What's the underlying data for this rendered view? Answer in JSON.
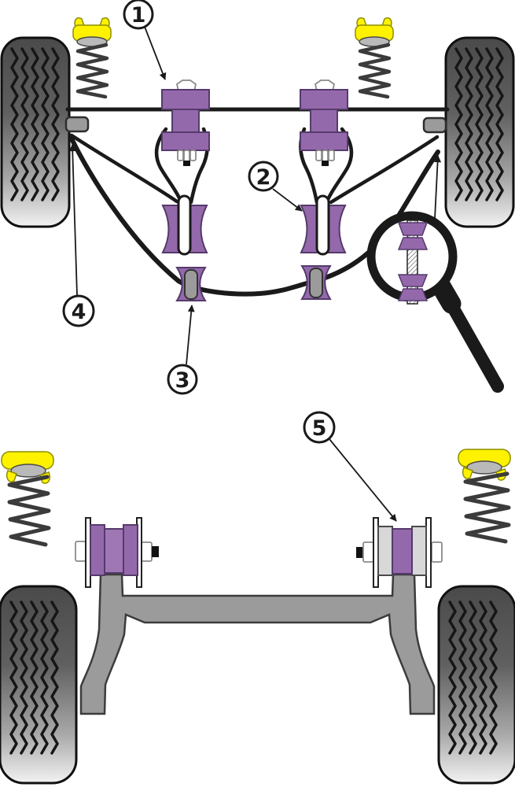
{
  "page": {
    "type": "technical-diagram",
    "subject": "Car suspension bush locations: front anti-roll bar assembly (top) and rear axle beam (bottom)"
  },
  "callouts": [
    {
      "label": "1",
      "target": "top-mount-bush"
    },
    {
      "label": "2",
      "target": "drop-link-bush"
    },
    {
      "label": "3",
      "target": "anti-roll-bar-bush"
    },
    {
      "label": "4",
      "target": "subframe-bracket"
    },
    {
      "label": "5",
      "target": "rear-beam-mount-bush"
    }
  ],
  "icons": [
    {
      "name": "magnifier-icon",
      "meaning": "zoomed detail of drop-link bushes on threaded rod"
    }
  ],
  "colors": {
    "bg": "#ffffff",
    "line": "#1a1a1a",
    "purple": "#9469AB",
    "purpleLight": "#9f77b4",
    "purpleDark": "#553a6b",
    "yellow": "#FFF200",
    "yellowDark": "#8d8d00",
    "metal": "#9b9b9b",
    "metalDark": "#3c3c3c",
    "lightBlock": "#d8d8d8",
    "coil": "#3b3b3b",
    "hardware": "#8a8a8a"
  }
}
